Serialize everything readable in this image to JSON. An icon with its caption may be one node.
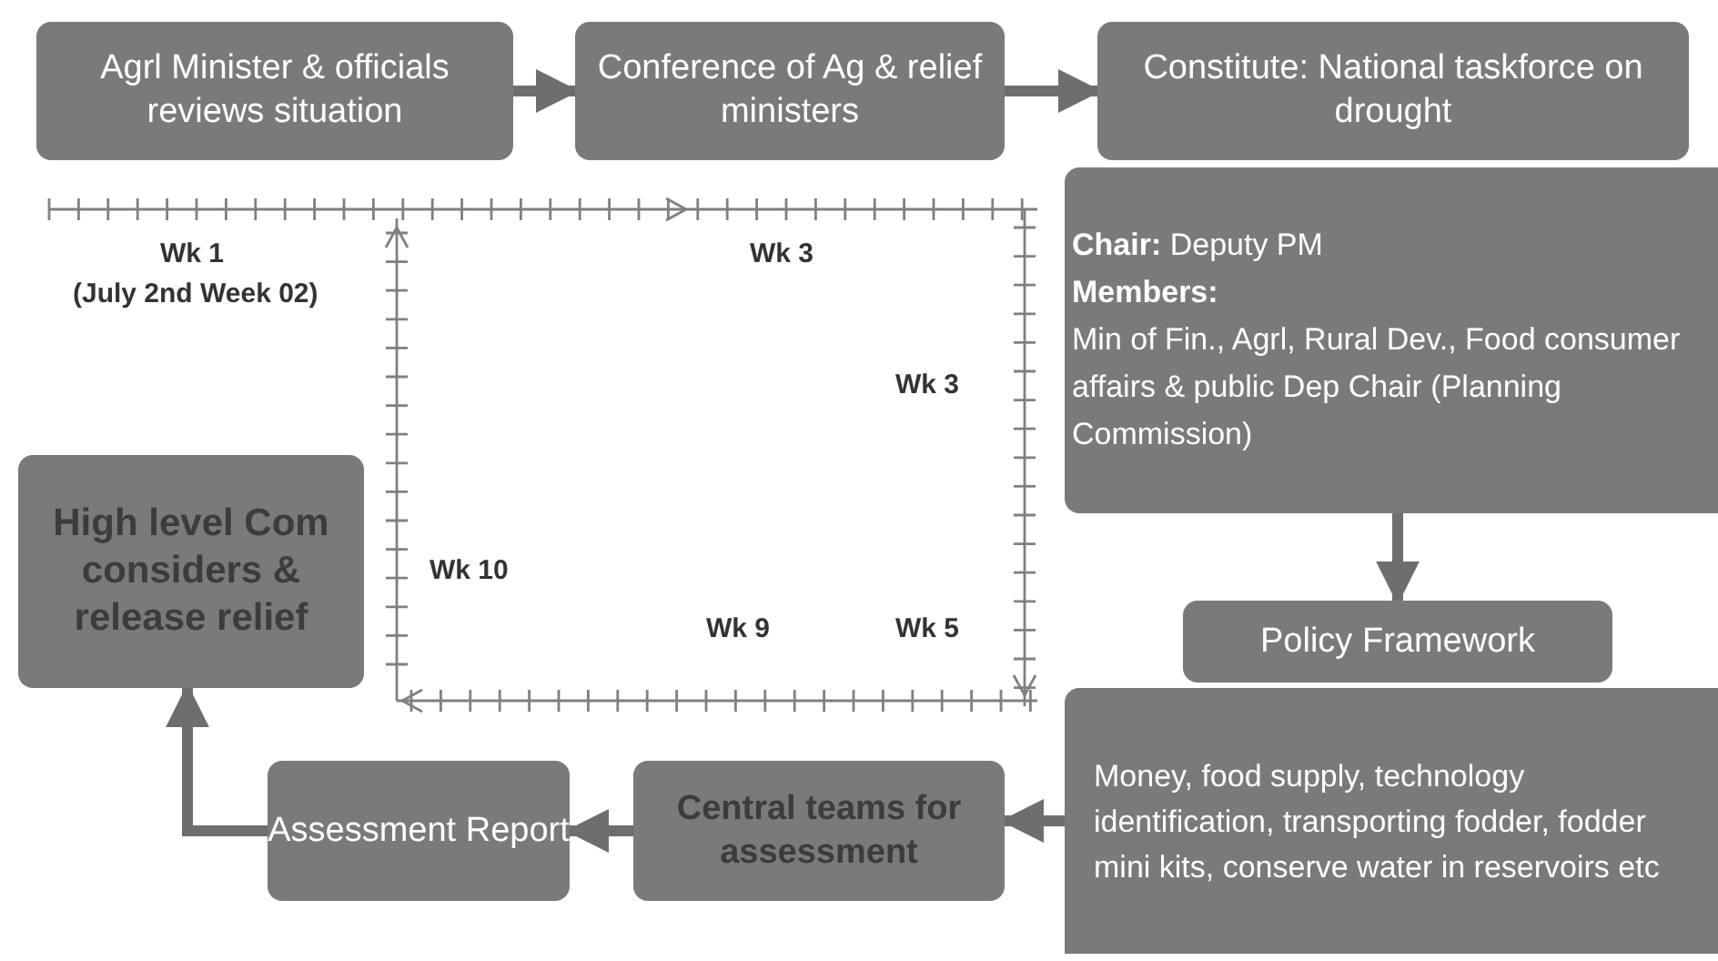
{
  "diagram": {
    "nodes": [
      {
        "text": [
          "Agrl Minister & officials reviews situation"
        ]
      },
      {
        "text": [
          "Conference of Ag & relief ministers"
        ]
      },
      {
        "text": [
          "Constitute: National taskforce on drought"
        ]
      },
      {
        "text": [
          "**Chair:** Deputy PM",
          "**Members:**",
          "Min of Fin., Agrl, Rural Dev., Food consumer affairs & public Dep Chair (Planning Commission)"
        ]
      },
      {
        "text": [
          "Policy Framework"
        ]
      },
      {
        "text": [
          "Money, food supply, technology identification, transporting fodder, fodder mini kits, conserve water in reservoirs etc"
        ]
      },
      {
        "text": [
          "Central teams for assessment"
        ]
      },
      {
        "text": [
          "Assessment Report"
        ]
      },
      {
        "text": [
          "High level Com considers & release relief"
        ]
      }
    ],
    "edges": [
      {
        "from": 0,
        "to": 1,
        "arrow": "to"
      },
      {
        "from": 1,
        "to": 2,
        "arrow": "to"
      },
      {
        "from": 3,
        "to": 4,
        "arrow": "to"
      },
      {
        "from": 5,
        "to": 6,
        "arrow": "to"
      },
      {
        "from": 6,
        "to": 7,
        "arrow": "to"
      },
      {
        "from": 7,
        "to": 8,
        "arrow": "to"
      }
    ],
    "labels": [
      "Wk 1",
      "(July 2nd Week 02)",
      "Wk 3",
      "Wk 3",
      "Wk 10",
      "Wk 9",
      "Wk 5"
    ]
  }
}
